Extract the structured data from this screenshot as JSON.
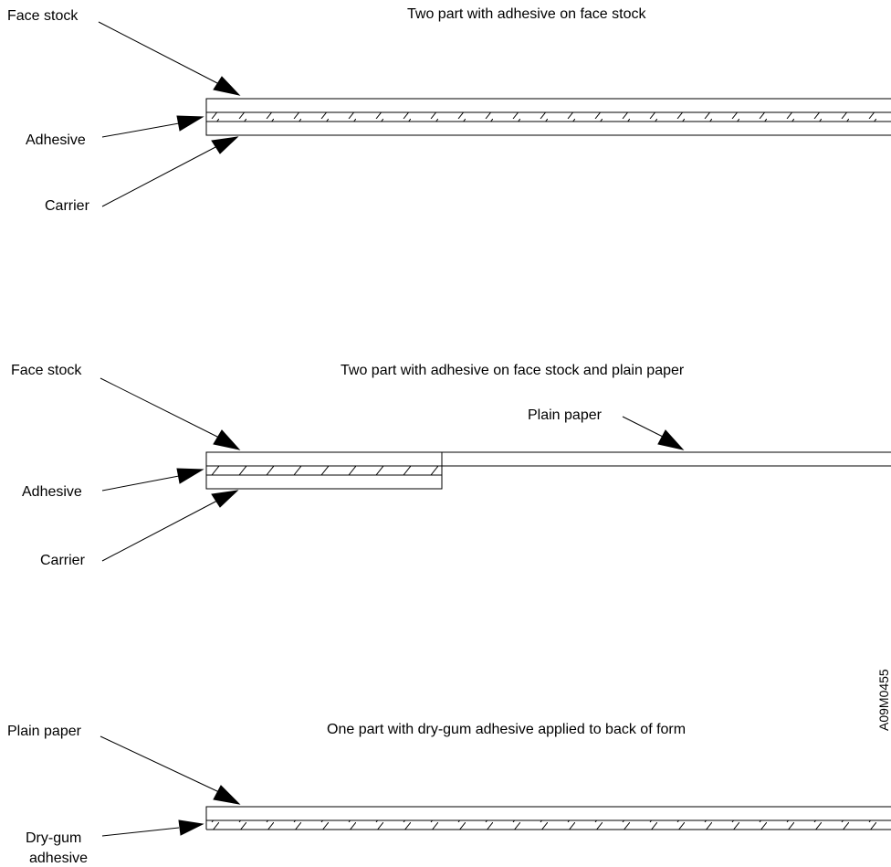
{
  "figure_id": "A09M0455",
  "panels": [
    {
      "title": "Two part with adhesive on face stock",
      "labels": {
        "face_stock": "Face stock",
        "adhesive": "Adhesive",
        "carrier": "Carrier"
      }
    },
    {
      "title": "Two part with adhesive on face stock and plain paper",
      "labels": {
        "face_stock": "Face stock",
        "plain_paper": "Plain paper",
        "adhesive": "Adhesive",
        "carrier": "Carrier"
      }
    },
    {
      "title": "One part with dry-gum adhesive applied to back of form",
      "labels": {
        "plain_paper": "Plain paper",
        "dry_gum_line1": "Dry-gum",
        "dry_gum_line2": "adhesive"
      }
    }
  ]
}
